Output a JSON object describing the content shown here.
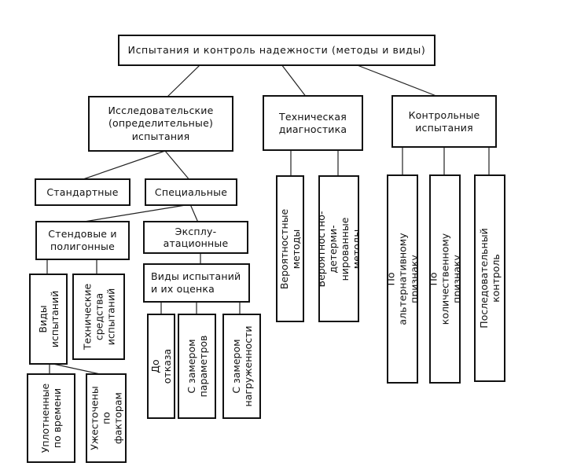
{
  "diagram": {
    "root": "Испытания и контроль надежности (методы и виды)",
    "research": "Исследовательские\n(определительные)\nиспытания",
    "tech_diag": "Техническая\nдиагностика",
    "control": "Контрольные\nиспытания",
    "standard": "Стандартные",
    "special": "Специальные",
    "bench": "Стендовые и\nполигонные",
    "operational": "Эксплу-\nатационные",
    "test_types": "Виды испытаний\nи их оценка",
    "vid_isp": "Виды\nиспытаний",
    "tech_means": "Технические\nсредства\nиспытаний",
    "compressed": "Уплотненные\nпо времени",
    "tightened": "Ужесточены\nпо факторам",
    "to_failure": "До отказа",
    "param_measure": "С замером\nпараметров",
    "load_measure": "С замером\nнагруженности",
    "probabilistic": "Вероятностные методы",
    "prob_determ": "Вероятностно-детерми-\nнированные методы",
    "alt_attr": "По альтернативному признаку",
    "quant_attr": "По количественному признаку",
    "sequential": "Последовательный контроль"
  }
}
